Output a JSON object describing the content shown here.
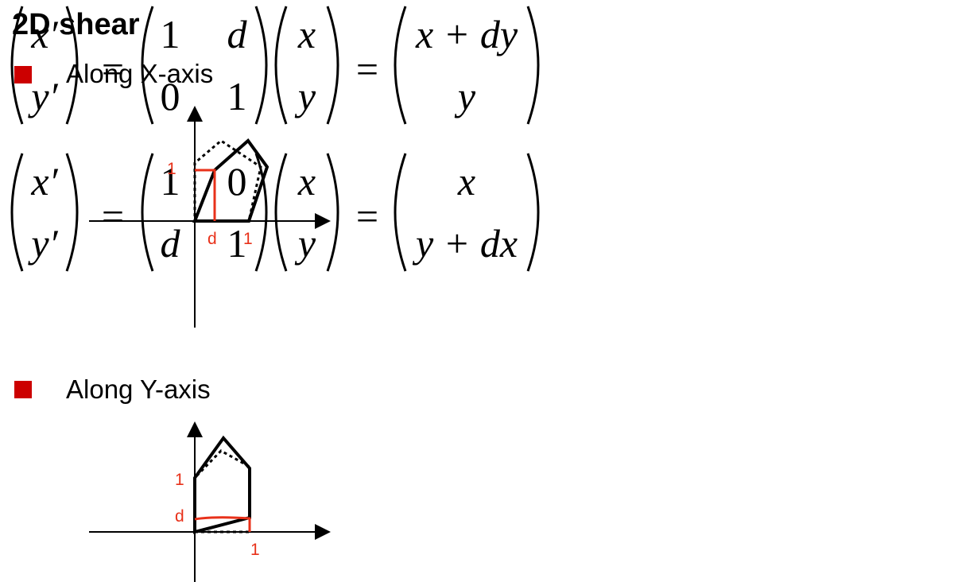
{
  "title": "2D shear",
  "accent_color": "#cc0000",
  "annotation_color": "#e8311a",
  "sections": [
    {
      "label": "Along X-axis",
      "diagram": {
        "label_one_y": "1",
        "label_d": "d",
        "label_one_x": "1"
      },
      "equation": {
        "lhs": [
          "x′",
          "y′"
        ],
        "equals": "=",
        "matrix": [
          [
            "1",
            "d"
          ],
          [
            "0",
            "1"
          ]
        ],
        "vector": [
          "x",
          "y"
        ],
        "rhs": [
          "x + dy",
          "y"
        ]
      }
    },
    {
      "label": "Along Y-axis",
      "diagram": {
        "label_one_y": "1",
        "label_d": "d",
        "label_one_x": "1"
      },
      "equation": {
        "lhs": [
          "x′",
          "y′"
        ],
        "equals": "=",
        "matrix": [
          [
            "1",
            "0"
          ],
          [
            "d",
            "1"
          ]
        ],
        "vector": [
          "x",
          "y"
        ],
        "rhs": [
          "x",
          "y + dx"
        ]
      }
    }
  ]
}
